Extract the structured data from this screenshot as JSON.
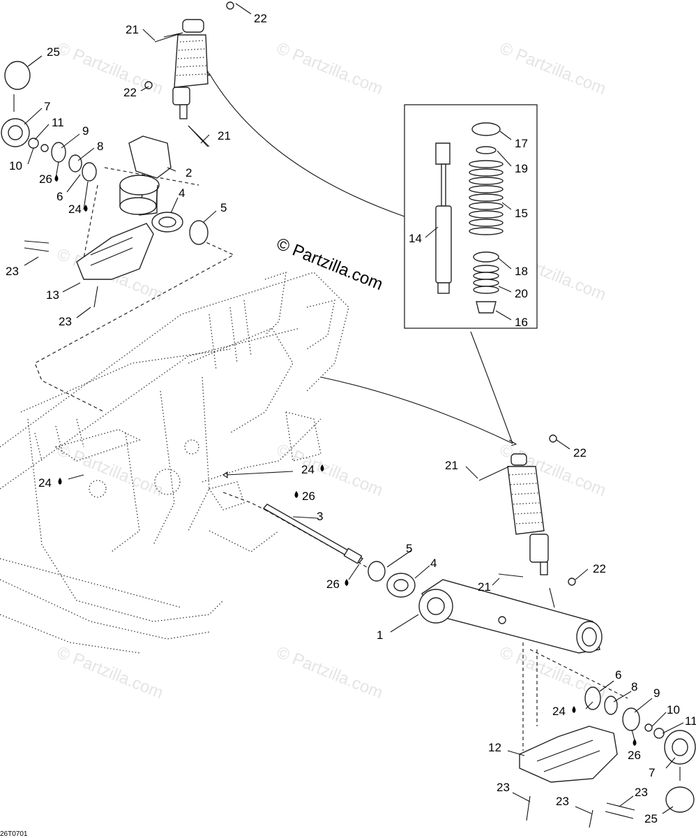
{
  "brand_watermark": "© Partzilla.com",
  "bg_watermark": "© Partzilla.com",
  "drawing_code": "26T0701",
  "callouts": {
    "c1": "1",
    "c2": "2",
    "c3": "3",
    "c4a": "4",
    "c4b": "4",
    "c5a": "5",
    "c5b": "5",
    "c6a": "6",
    "c6b": "6",
    "c7a": "7",
    "c7b": "7",
    "c8a": "8",
    "c8b": "8",
    "c9a": "9",
    "c9b": "9",
    "c10a": "10",
    "c10b": "10",
    "c11a": "11",
    "c11b": "11",
    "c12": "12",
    "c13": "13",
    "c14": "14",
    "c15": "15",
    "c16": "16",
    "c17": "17",
    "c18": "18",
    "c19": "19",
    "c20": "20",
    "c21a": "21",
    "c21b": "21",
    "c21c": "21",
    "c21d": "21",
    "c22a": "22",
    "c22b": "22",
    "c22c": "22",
    "c22d": "22",
    "c23a": "23",
    "c23b": "23",
    "c23c": "23",
    "c23d": "23",
    "c23e": "23",
    "c24a": "24",
    "c24b": "24",
    "c24c": "24",
    "c24d": "24",
    "c25a": "25",
    "c25b": "25",
    "c26a": "26",
    "c26b": "26",
    "c26c": "26",
    "c26d": "26"
  }
}
